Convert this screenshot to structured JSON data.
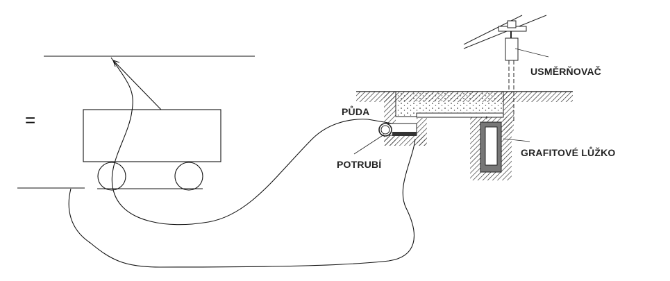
{
  "labels": {
    "rectifier": "USMĚRŇOVAČ",
    "soil": "PŮDA",
    "pipe": "POTRUBÍ",
    "graphite_bed": "GRAFITOVÉ LŮŽKO",
    "dc_symbol": "=",
    "plus": "+"
  }
}
